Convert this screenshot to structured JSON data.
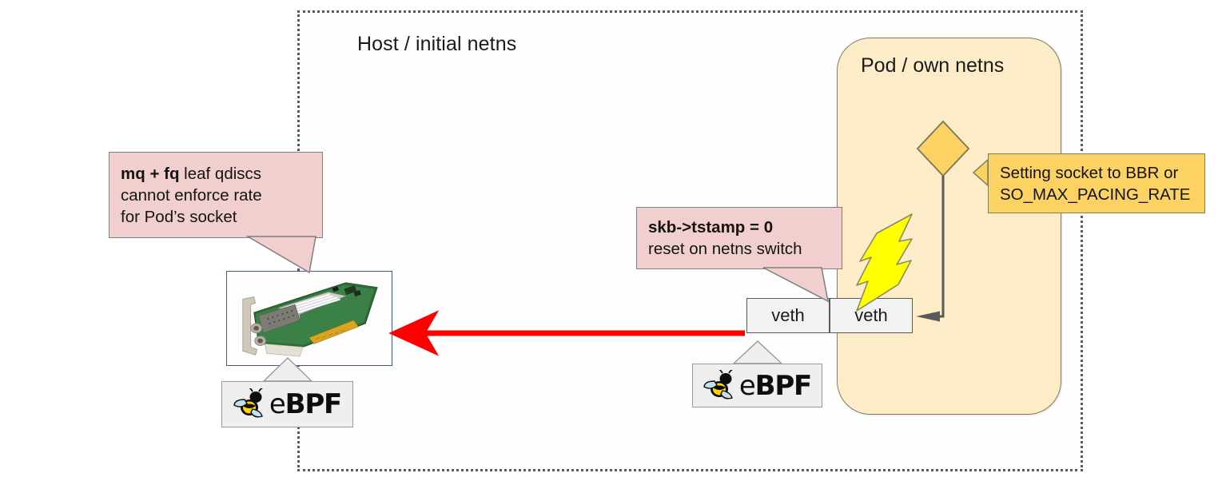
{
  "diagram": {
    "title_host": "Host / initial netns",
    "title_pod": "Pod / own netns",
    "colors": {
      "pod_fill": "#fdecc8",
      "callout_pink": "#f2cfcf",
      "callout_orange": "#fcd262",
      "arrow_red": "#fe0000",
      "bolt_yellow": "#ffff00",
      "diamond": "#fcd262",
      "host_border": "#595959"
    }
  },
  "host": {
    "label": "Host / initial netns"
  },
  "pod": {
    "label": "Pod / own netns"
  },
  "nic": {
    "alt": "network-interface-card-photo"
  },
  "veth": {
    "host_side": "veth",
    "pod_side": "veth"
  },
  "callouts": {
    "qdisc": {
      "line1_bold": "mq + fq",
      "line1_rest": " leaf qdiscs",
      "line2": "cannot enforce rate",
      "line3": "for Pod’s socket"
    },
    "tstamp": {
      "line1_bold": "skb->tstamp = 0",
      "line2": "reset on netns switch"
    },
    "socket": {
      "line1": "Setting socket to BBR or",
      "line2": "SO_MAX_PACING_RATE"
    }
  },
  "logos": {
    "ebpf_left": "eBPF",
    "ebpf_right": "eBPF",
    "ebpf_e": "e",
    "ebpf_bpf": "BPF"
  },
  "shapes": {
    "socket_diamond": "socket-diamond",
    "lightning": "lightning-bolt",
    "red_arrow": "red-packet-arrow",
    "socket_link": "socket-to-veth-connector"
  }
}
